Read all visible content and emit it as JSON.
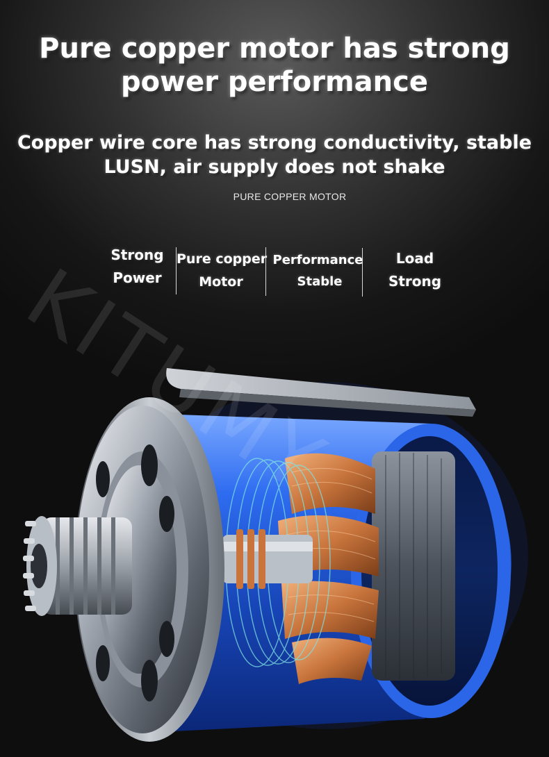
{
  "headline": {
    "line1": "Pure copper motor has strong",
    "line2": "power performance"
  },
  "subheadline": {
    "line1": "Copper wire core has strong conductivity, stable",
    "line2": "LUSN, air supply does not shake"
  },
  "caption": "PURE COPPER MOTOR",
  "features": [
    {
      "line1": "Strong",
      "line2": "Power"
    },
    {
      "line1": "Pure copper",
      "line2": "Motor"
    },
    {
      "line1": "Performance",
      "line2": "Stable"
    },
    {
      "line1": "Load",
      "line2": "Strong"
    }
  ],
  "watermark": "KITUMY",
  "image": {
    "subject": "cutaway-copper-motor",
    "accent_color": "#2f7bff",
    "copper_color": "#c8743c"
  }
}
